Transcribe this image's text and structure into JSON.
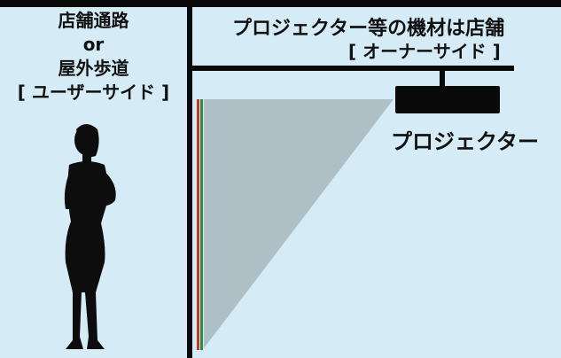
{
  "left_zone": {
    "line1": "店舗通路",
    "line2": "or",
    "line3": "屋外歩道",
    "line4": "[ ユーザーサイド ]"
  },
  "right_zone": {
    "title": "プロジェクター等の機材は店舗",
    "subtitle": "[ オーナーサイド ]"
  },
  "projector": {
    "label": "プロジェクター"
  },
  "colors": {
    "background": "#d5ecf7",
    "structure": "#0a0a0a",
    "projection_beam": "#aebfc6",
    "screen_red": "#c0392b",
    "screen_green": "#2e8b3e",
    "silhouette": "#0d0d0d"
  }
}
